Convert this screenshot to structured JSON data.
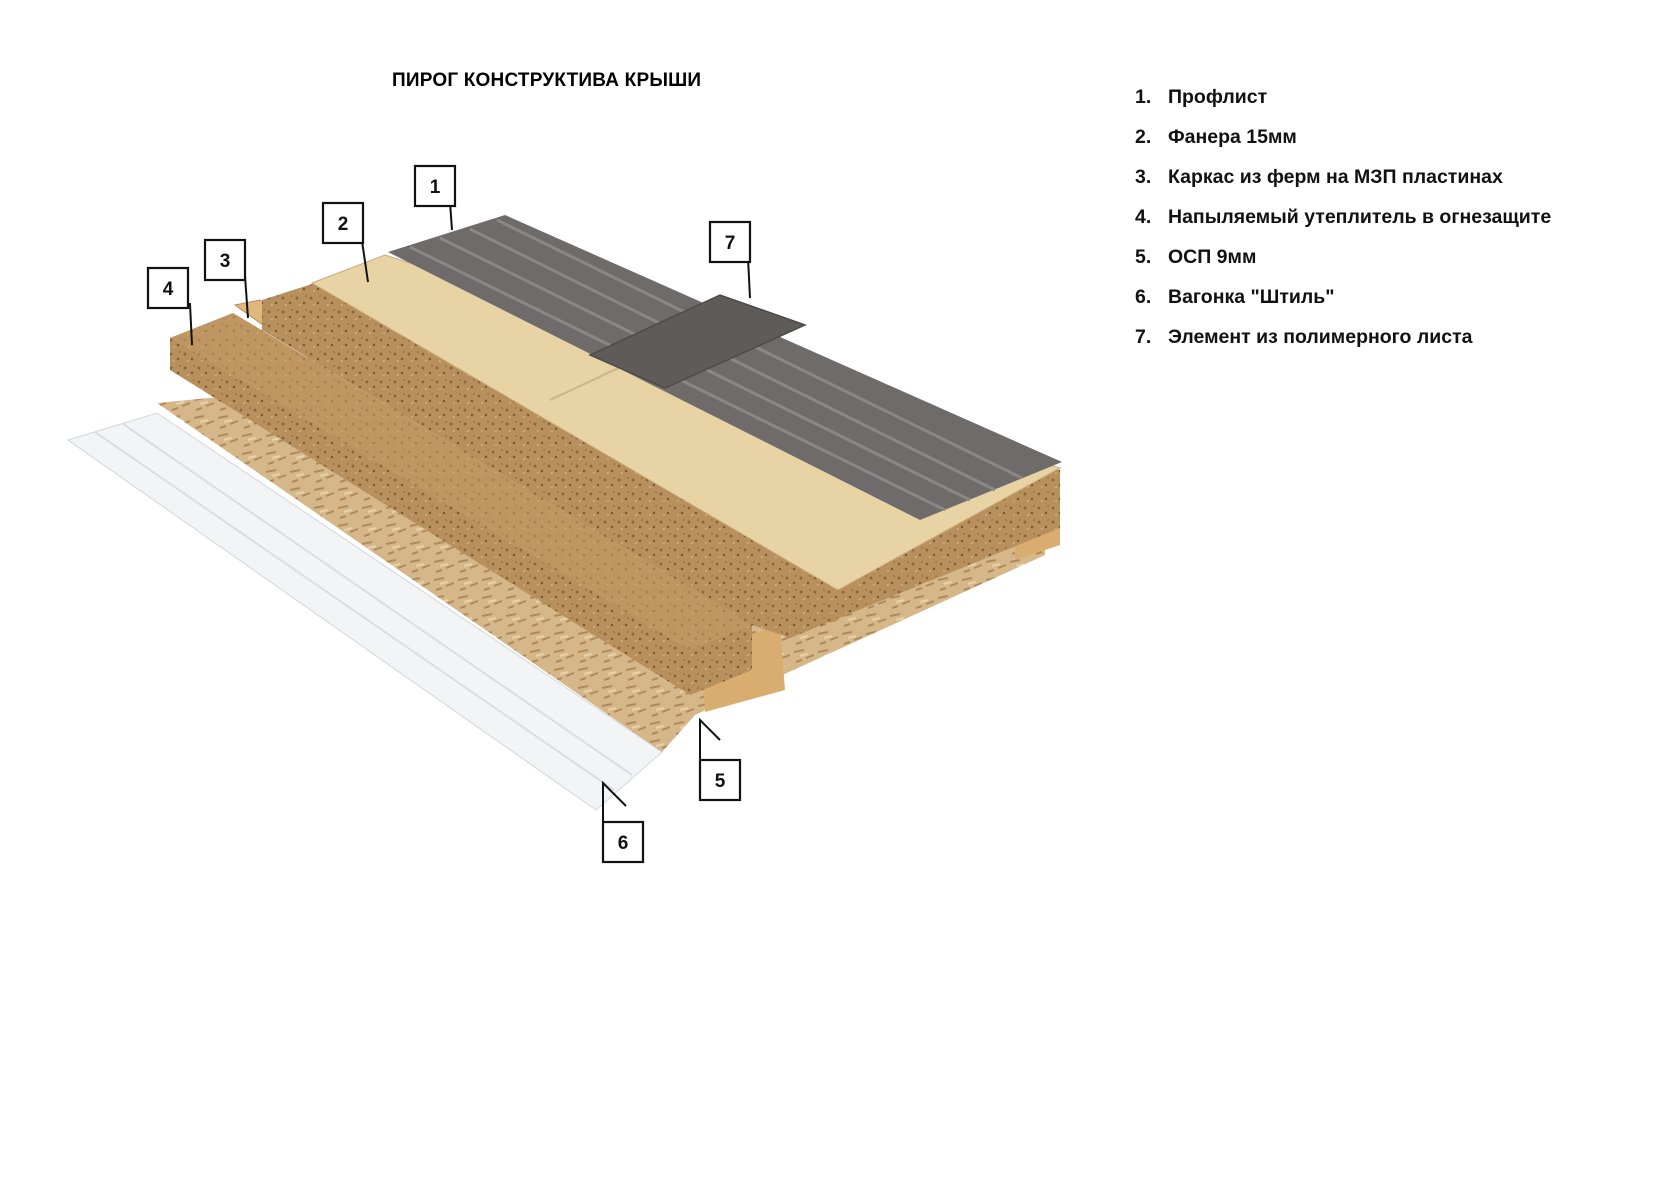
{
  "title": "ПИРОГ КОНСТРУКТИВА КРЫШИ",
  "legend": [
    {
      "num": "1.",
      "label": "Профлист"
    },
    {
      "num": "2.",
      "label": "Фанера 15мм"
    },
    {
      "num": "3.",
      "label": "Каркас из ферм на МЗП пластинах"
    },
    {
      "num": "4.",
      "label": "Напыляемый утеплитель в огнезащите"
    },
    {
      "num": "5.",
      "label": "ОСП 9мм"
    },
    {
      "num": "6.",
      "label": "Вагонка \"Штиль\""
    },
    {
      "num": "7.",
      "label": "Элемент из полимерного листа"
    }
  ],
  "callouts": [
    "1",
    "2",
    "3",
    "4",
    "5",
    "6",
    "7"
  ],
  "colors": {
    "metal_sheet": "#6e6a6a",
    "plywood": "#e6cf9e",
    "insulation": "#b48a58",
    "osb": "#cdae82",
    "wood_paneling": "#f4f5f7"
  }
}
